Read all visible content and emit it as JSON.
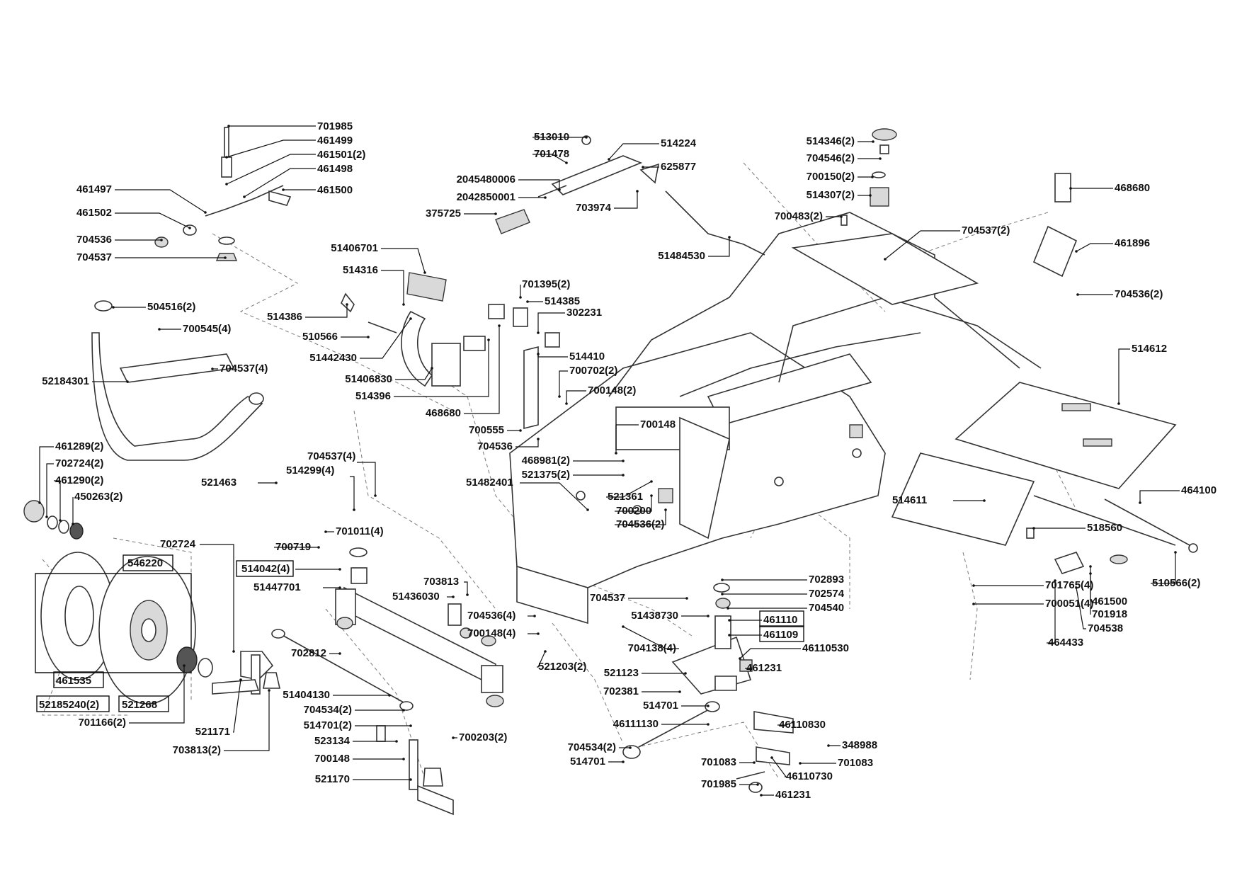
{
  "labels": [
    "701985",
    "461499",
    "461501(2)",
    "461498",
    "461497",
    "461500",
    "461502",
    "704536",
    "704537",
    "513010",
    "514224",
    "701478",
    "625877",
    "2045480006",
    "2042850001",
    "703974",
    "375725",
    "51484530",
    "514346(2)",
    "704546(2)",
    "700150(2)",
    "514307(2)",
    "468680",
    "700483(2)",
    "704537(2)",
    "461896",
    "704536(2)",
    "51406701",
    "514316",
    "701395(2)",
    "514385",
    "514386",
    "302231",
    "510566",
    "51442430",
    "51406830",
    "514410",
    "700702(2)",
    "700148(2)",
    "514396",
    "468680",
    "700148",
    "700555",
    "704536",
    "468981(2)",
    "521375(2)",
    "504516(2)",
    "700545(4)",
    "704537(4)",
    "52184301",
    "514612",
    "461289(2)",
    "702724(2)",
    "461290(2)",
    "450263(2)",
    "704537(4)",
    "514299(4)",
    "521463",
    "701011(4)",
    "51482401",
    "521361",
    "700200",
    "704536(2)",
    "514611",
    "464100",
    "518560",
    "702724",
    "546220",
    "700719",
    "514042(4)",
    "51447701",
    "703813",
    "51436030",
    "704536(4)",
    "700148(4)",
    "702893",
    "702574",
    "704540",
    "704537",
    "51438730",
    "461110",
    "461109",
    "704138(4)",
    "46110530",
    "701765(4)",
    "700051(4)",
    "510566(2)",
    "461500",
    "701918",
    "704538",
    "464433",
    "461535",
    "52185240(2)",
    "521268",
    "701166(2)",
    "521171",
    "703813(2)",
    "702812",
    "51404130",
    "704534(2)",
    "514701(2)",
    "700203(2)",
    "523134",
    "700148",
    "521170",
    "521203(2)",
    "521123",
    "461231",
    "702381",
    "514701",
    "46111130",
    "46110830",
    "348988",
    "704534(2)",
    "514701",
    "701083",
    "701083",
    "46110730",
    "701985",
    "461231"
  ]
}
